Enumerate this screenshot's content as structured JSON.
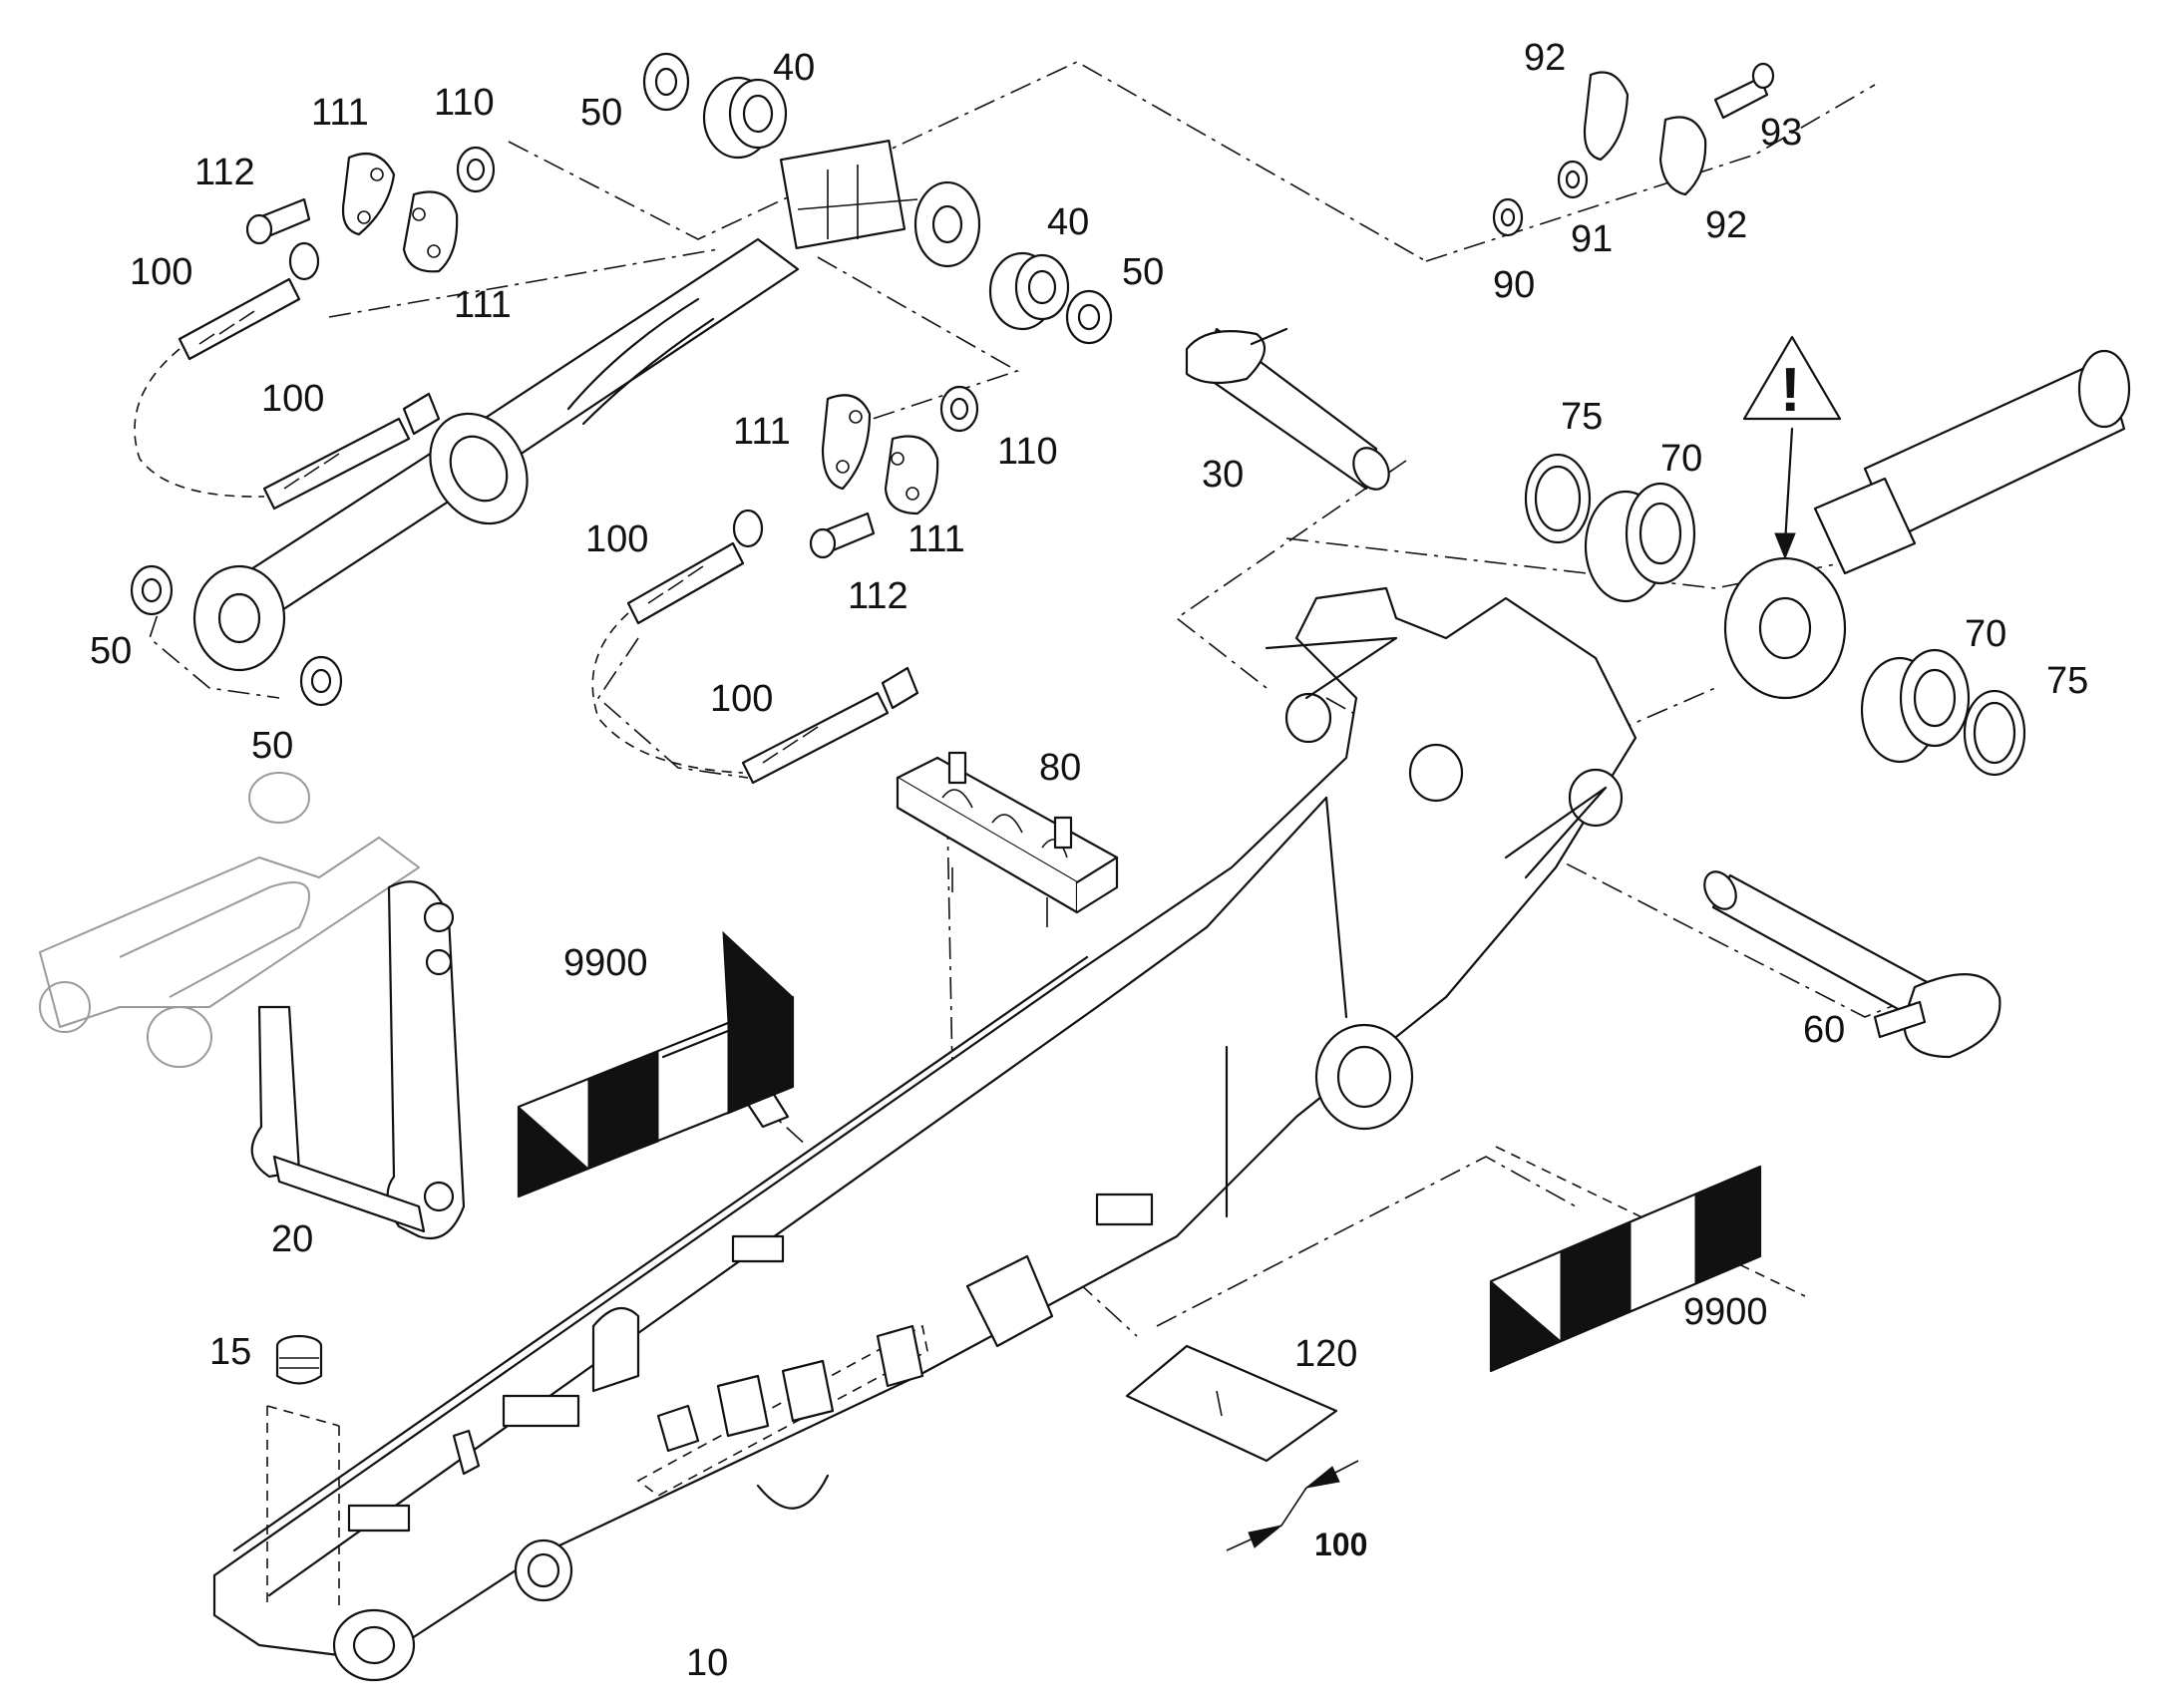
{
  "diagram": {
    "callouts": [
      {
        "id": "c-50-a",
        "text": "50"
      },
      {
        "id": "c-40-a",
        "text": "40"
      },
      {
        "id": "c-111-a",
        "text": "111"
      },
      {
        "id": "c-110-a",
        "text": "110"
      },
      {
        "id": "c-112-a",
        "text": "112"
      },
      {
        "id": "c-100-a",
        "text": "100"
      },
      {
        "id": "c-111-b",
        "text": "111"
      },
      {
        "id": "c-40-b",
        "text": "40"
      },
      {
        "id": "c-50-b",
        "text": "50"
      },
      {
        "id": "c-100-b",
        "text": "100"
      },
      {
        "id": "c-92-a",
        "text": "92"
      },
      {
        "id": "c-93",
        "text": "93"
      },
      {
        "id": "c-91",
        "text": "91"
      },
      {
        "id": "c-92-b",
        "text": "92"
      },
      {
        "id": "c-90",
        "text": "90"
      },
      {
        "id": "c-111-c",
        "text": "111"
      },
      {
        "id": "c-110-b",
        "text": "110"
      },
      {
        "id": "c-30",
        "text": "30"
      },
      {
        "id": "c-75-a",
        "text": "75"
      },
      {
        "id": "c-70-a",
        "text": "70"
      },
      {
        "id": "c-100-c",
        "text": "100"
      },
      {
        "id": "c-111-d",
        "text": "111"
      },
      {
        "id": "c-112-b",
        "text": "112"
      },
      {
        "id": "c-50-c",
        "text": "50"
      },
      {
        "id": "c-50-d",
        "text": "50"
      },
      {
        "id": "c-70-b",
        "text": "70"
      },
      {
        "id": "c-75-b",
        "text": "75"
      },
      {
        "id": "c-100-d",
        "text": "100"
      },
      {
        "id": "c-80",
        "text": "80"
      },
      {
        "id": "c-9900-a",
        "text": "9900"
      },
      {
        "id": "c-60",
        "text": "60"
      },
      {
        "id": "c-20",
        "text": "20"
      },
      {
        "id": "c-9900-b",
        "text": "9900"
      },
      {
        "id": "c-15",
        "text": "15"
      },
      {
        "id": "c-120",
        "text": "120"
      },
      {
        "id": "c-10",
        "text": "10"
      }
    ],
    "dimension": {
      "text": "100"
    },
    "warning": {
      "symbol": "!",
      "icon": "warning-triangle-icon"
    }
  }
}
